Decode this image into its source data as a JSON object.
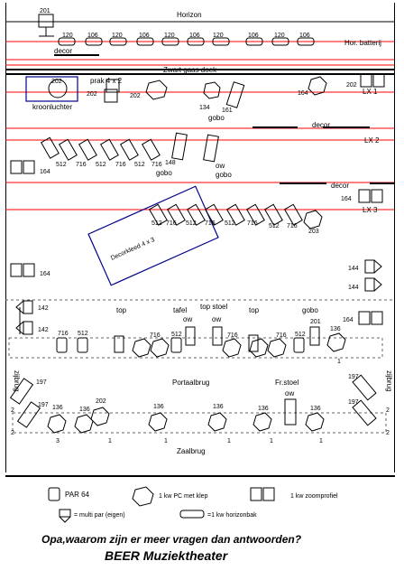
{
  "labels": {
    "horizon": "Horizon",
    "hor_batterij": "Hor. batterij",
    "decor": "decor",
    "zwart_gaas_doek": "Zwart gaas doek",
    "prak": "prak 4 x 2",
    "kroonluchter": "kroonluchter",
    "gobo": "gobo",
    "ow": "ow",
    "lx1": "LX 1",
    "lx2": "LX 2",
    "lx3": "LX 3",
    "decorkleed": "Decorkleed 4 x 3",
    "top": "top",
    "tafel": "tafel",
    "top_stoel": "top stoel",
    "portaalbrug": "Portaalbrug",
    "fr_stoel": "Fr.stoel",
    "zaalbrug": "Zaalbrug",
    "zijbrug": "zijbrug"
  },
  "numbers": {
    "n201": "201",
    "n120": "120",
    "n106": "106",
    "n202": "202",
    "n134": "134",
    "n161": "161",
    "n164": "164",
    "n512": "512",
    "n716": "716",
    "n148": "148",
    "n203": "203",
    "n144": "144",
    "n142": "142",
    "n136": "136",
    "n1": "1",
    "n197": "197",
    "n2": "2",
    "n3": "3"
  },
  "legend": {
    "par64": "PAR 64",
    "pc": "1 kw PC  met klep",
    "zoom": "1 kw zoomprofiel",
    "multipar": "= multi par (eigen)",
    "horizonbak": "=1 kw horizonbak"
  },
  "footer": {
    "question": "Opa,waarom zijn er meer vragen dan antwoorden?",
    "theater": "BEER Muziektheater"
  },
  "colors": {
    "batten": "#ff0000",
    "ink": "#000000"
  }
}
